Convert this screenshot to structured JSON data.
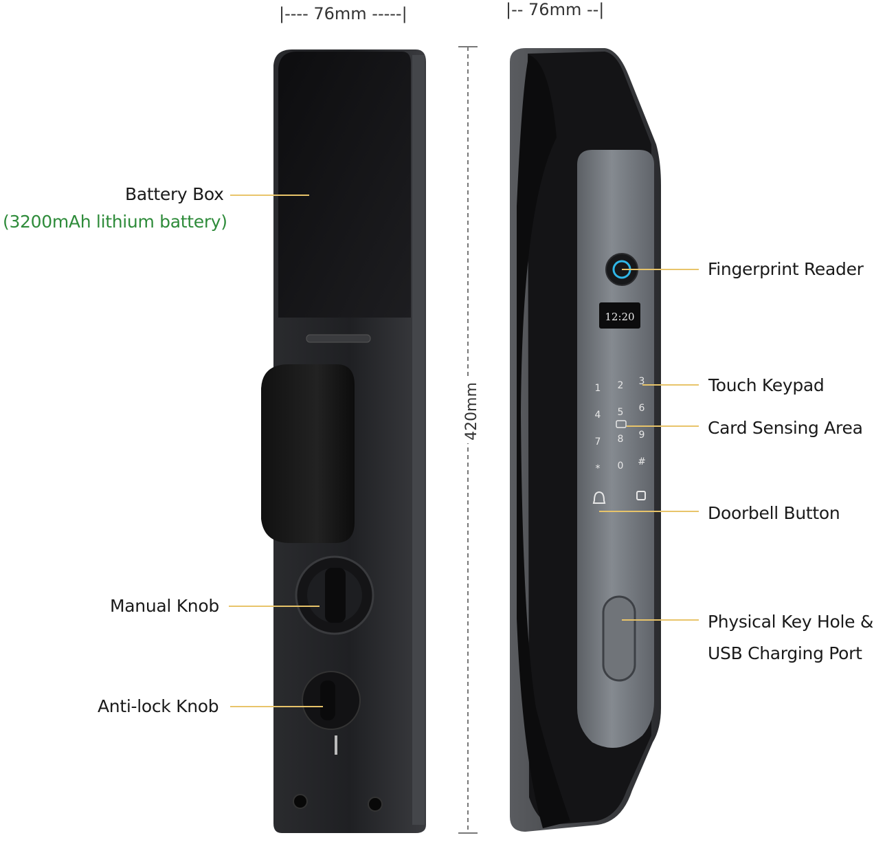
{
  "dimensions": {
    "front_width": "|---- 76mm -----|",
    "side_width": "|-- 76mm --|",
    "height": "420mm"
  },
  "display": {
    "time": "12:20"
  },
  "keypad": {
    "keys": [
      "1",
      "2",
      "3",
      "4",
      "5",
      "6",
      "7",
      "8",
      "9",
      "*",
      "0",
      "#"
    ]
  },
  "callouts": {
    "battery_box": "Battery Box",
    "battery_detail": "(3200mAh lithium battery)",
    "manual_knob": "Manual Knob",
    "anti_lock_knob": "Anti-lock Knob",
    "fingerprint_reader": "Fingerprint Reader",
    "touch_keypad": "Touch Keypad",
    "card_sensing_area": "Card Sensing Area",
    "doorbell_button": "Doorbell Button",
    "key_hole_line1": "Physical Key Hole &",
    "key_hole_line2": "USB Charging Port"
  },
  "colors": {
    "leader_line": "#e8c46a",
    "accent_green": "#2e8b3a",
    "lock_body": "#1c1c1e",
    "panel_silver": "#6e7277"
  }
}
